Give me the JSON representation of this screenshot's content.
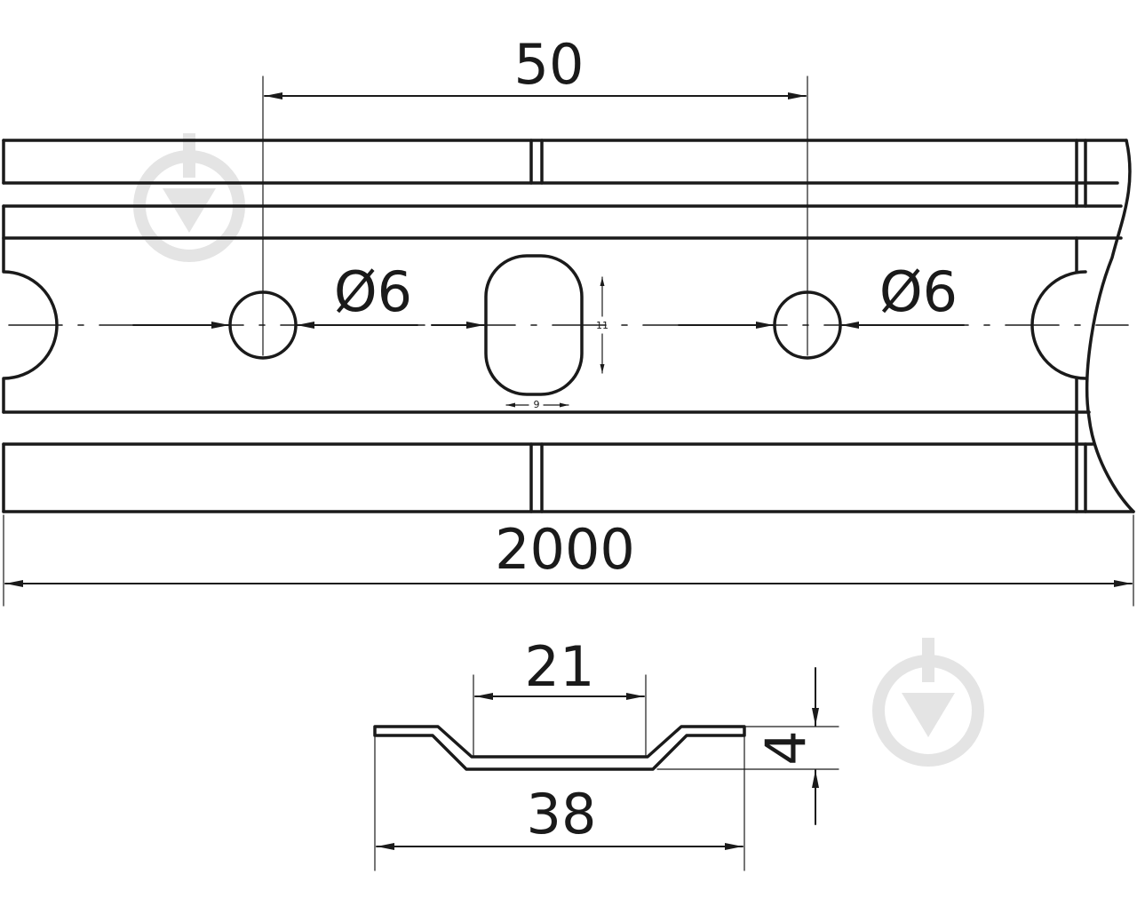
{
  "drawing": {
    "top_view": {
      "dim_hole_spacing": "50",
      "dim_hole_left": "Ø6",
      "dim_hole_right": "Ø6",
      "dim_slot_height": "11",
      "dim_slot_width": "9",
      "dim_total_length": "2000"
    },
    "section_view": {
      "dim_channel_width": "21",
      "dim_depth": "4",
      "dim_total_width": "38"
    },
    "watermark_icon": "download-logo-icon"
  }
}
